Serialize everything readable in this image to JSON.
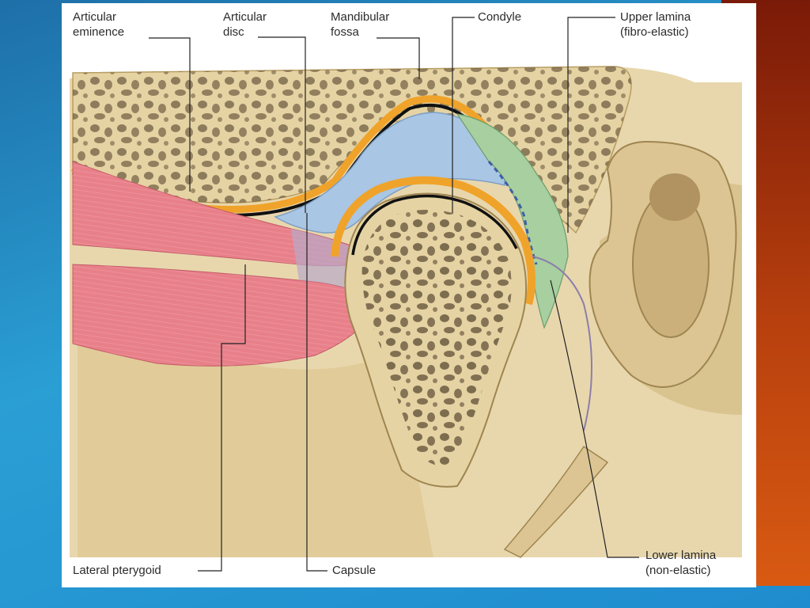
{
  "labels": {
    "articular_eminence": [
      "Articular",
      "eminence"
    ],
    "articular_disc": [
      "Articular",
      "disc"
    ],
    "mandibular_fossa": [
      "Mandibular",
      "fossa"
    ],
    "condyle": [
      "Condyle"
    ],
    "upper_lamina": [
      "Upper lamina",
      "(fibro-elastic)"
    ],
    "lateral_pterygoid": [
      "Lateral pterygoid"
    ],
    "capsule": [
      "Capsule"
    ],
    "lower_lamina": [
      "Lower lamina",
      "(non-elastic)"
    ]
  },
  "colors": {
    "bone": "#e3cf9c",
    "cartilage": "#f0a32a",
    "disc": "#a9c6e4",
    "retrodiscal": "#a7cfa0",
    "muscle": "#e8808a",
    "synovial_line": "#111111"
  }
}
